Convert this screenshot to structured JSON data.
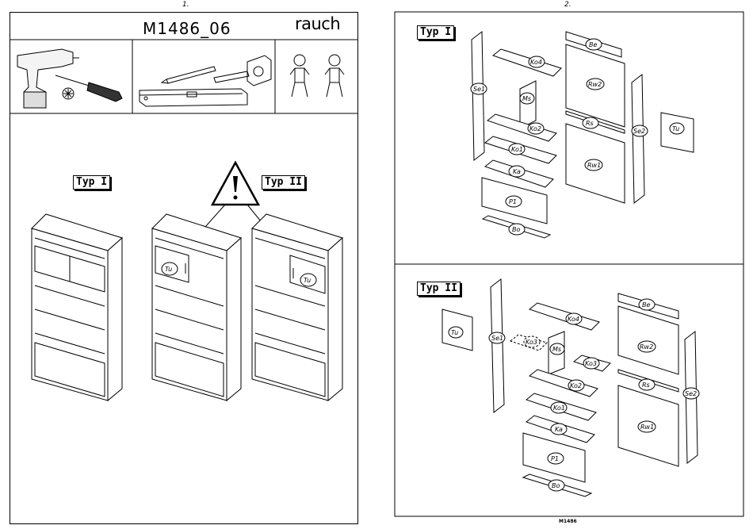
{
  "left_page": {
    "page_number": "1.",
    "model_code": "M1486_06",
    "brand": "rauch",
    "typ1_label": "Typ I",
    "typ2_label": "Typ II",
    "door_label": "Tu"
  },
  "right_page": {
    "page_number": "2.",
    "typ1_label": "Typ I",
    "typ2_label": "Typ II",
    "typ1_parts": [
      "Se1",
      "Ko4",
      "Ms",
      "Ko2",
      "Ko1",
      "Ka",
      "P1",
      "Bo",
      "Be",
      "Rw2",
      "Rs",
      "Rw1",
      "Se2",
      "Tu"
    ],
    "typ2_parts": [
      "Tu",
      "Se1",
      "Ko3",
      "Ms",
      "Ko4",
      "Ko3",
      "Ko2",
      "Ko1",
      "Ka",
      "P1",
      "Bo",
      "Be",
      "Rw2",
      "Rs",
      "Rw1",
      "Se2"
    ],
    "footer_code": "M1486"
  },
  "icons": [
    "drill-icon",
    "screwdriver-icon",
    "torx-bit-icon",
    "pencil-icon",
    "tape-measure-icon",
    "spirit-level-icon",
    "person-icon",
    "warning-icon"
  ]
}
